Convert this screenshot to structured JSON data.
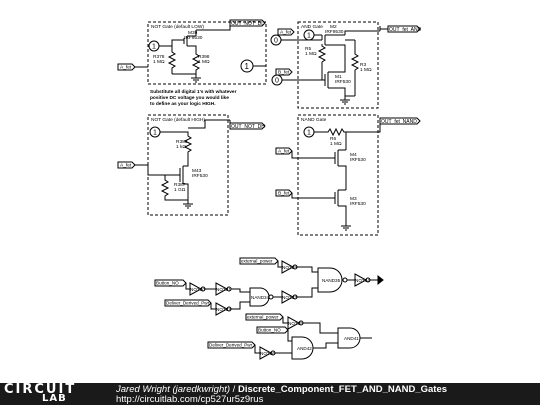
{
  "schematic": {
    "top_left": {
      "box_title": "NOT Gate (default LOW)",
      "out_label": "OUT_NOT_DL",
      "in_label": "A_fet",
      "one_marker": "1",
      "mosfet_ref": "M39",
      "mosfet_part": "IRF9530",
      "r1_ref": "R378",
      "r1_val": "1 MΩ",
      "r2_ref": "R398",
      "r2_val": "1 MΩ",
      "note_line1": "Substitute all digital 1's with whatever",
      "note_line2": "positive DC voltage you would like",
      "note_line3": "to define as your logic HIGH."
    },
    "standalone_one": "1",
    "top_right": {
      "box_title": "AND Gate",
      "out_label": "OUT_fet_AND",
      "a_label": "A_fet",
      "b_label": "B_fet",
      "zero_a": "0",
      "zero_b": "0",
      "one_marker": "1",
      "m2_ref": "M2",
      "m2_part": "IRF9530",
      "r5_ref": "R5",
      "r5_val": "1 MΩ",
      "r3_ref": "R3",
      "r3_val": "1 MΩ",
      "m1_ref": "M1",
      "m1_part": "IRF530"
    },
    "mid_left": {
      "box_title": "NOT Gate (default HIGH)",
      "out_label": "OUT_NOT_DH",
      "in_label": "A_fet",
      "one_marker": "1",
      "r1_ref": "R388",
      "r1_val": "1 kΩ",
      "m_ref": "M43",
      "m_part": "IRF530",
      "r2_ref": "R387",
      "r2_val": "1 GΩ"
    },
    "mid_right": {
      "box_title": "NAND Gate",
      "out_label": "OUT_fet_NAND",
      "a_label": "A_fet",
      "b_label": "B_fet",
      "one_marker": "1",
      "r_ref": "R6",
      "r_val": "1 MΩ",
      "m4_ref": "M4",
      "m4_part": "IRF530",
      "m3_ref": "M3",
      "m3_part": "IRF530"
    },
    "logic": {
      "ext_power_1": "external_power",
      "button_no_1": "Button_NO",
      "deliver_1": "Deliver_Derived_Pwr",
      "not_a": "NOT29",
      "not_b": "NOT30",
      "not_c": "NOT31",
      "not_d": "NOT32",
      "not_e": "NOT33",
      "not_f": "NOT34",
      "nand_a": "NAND34",
      "nand_b": "NAND35",
      "ext_power_2": "external_power",
      "button_no_2": "Button_NO",
      "deliver_2": "Deliver_Derived_Pwr",
      "not_g": "NOT35",
      "not_h": "NOT36",
      "and_a": "AND42",
      "and_b": "AND41"
    }
  },
  "footer": {
    "logo_line1": "CIRCUIT",
    "logo_line2": "LAB",
    "author": "Jared Wright (jaredkwright)",
    "separator": " / ",
    "title": "Discrete_Component_FET_AND_NAND_Gates",
    "url": "http://circuitlab.com/cp527ur5z9rus"
  }
}
